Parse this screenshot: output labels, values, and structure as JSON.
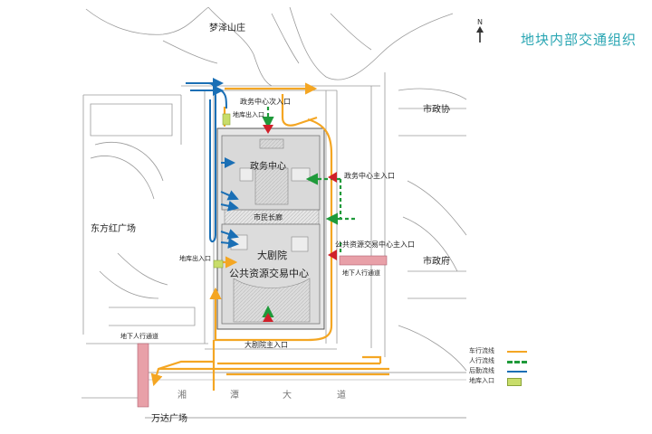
{
  "title": "地块内部交通组织",
  "north_label": "N",
  "labels": {
    "mengze": "梦泽山庄",
    "dongfanghong": "东方红广场",
    "shizhengxie": "市政协",
    "shizhengfu": "市政府",
    "wanda": "万达广场",
    "road": [
      "湘",
      "潭",
      "大",
      "道"
    ]
  },
  "annotations": {
    "zhengwu_secondary": "政务中心次入口",
    "garage_exit_top": "地库出入口",
    "zhengwu_center": "政务中心",
    "zhengwu_main": "政务中心主入口",
    "shimin_gallery": "市民长廊",
    "ggzy_main": "公共资源交易中心主入口",
    "theatre": "大剧院",
    "ggzy_center": "公共资源交易中心",
    "garage_exit_left": "地库出入口",
    "underpass_right": "地下人行通道",
    "underpass_left": "地下人行通道",
    "theatre_main": "大剧院主入口"
  },
  "legend": {
    "items": [
      {
        "label": "车行流线",
        "kind": "vehicle",
        "color": "#f4a623"
      },
      {
        "label": "人行流线",
        "kind": "pedestrian",
        "color": "#1f9a3a"
      },
      {
        "label": "后勤流线",
        "kind": "logistics",
        "color": "#1a6fb5"
      },
      {
        "label": "地库入口",
        "kind": "garage",
        "color": "#c8dd6a"
      }
    ]
  },
  "colors": {
    "vehicle": "#f4a623",
    "pedestrian": "#1f9a3a",
    "logistics": "#1a6fb5",
    "entry_arrow": "#d0202a",
    "title": "#2aa6b3",
    "underpass": "#e8a0a8"
  },
  "icons": [
    "north-arrow-icon",
    "entry-arrow-icon"
  ]
}
